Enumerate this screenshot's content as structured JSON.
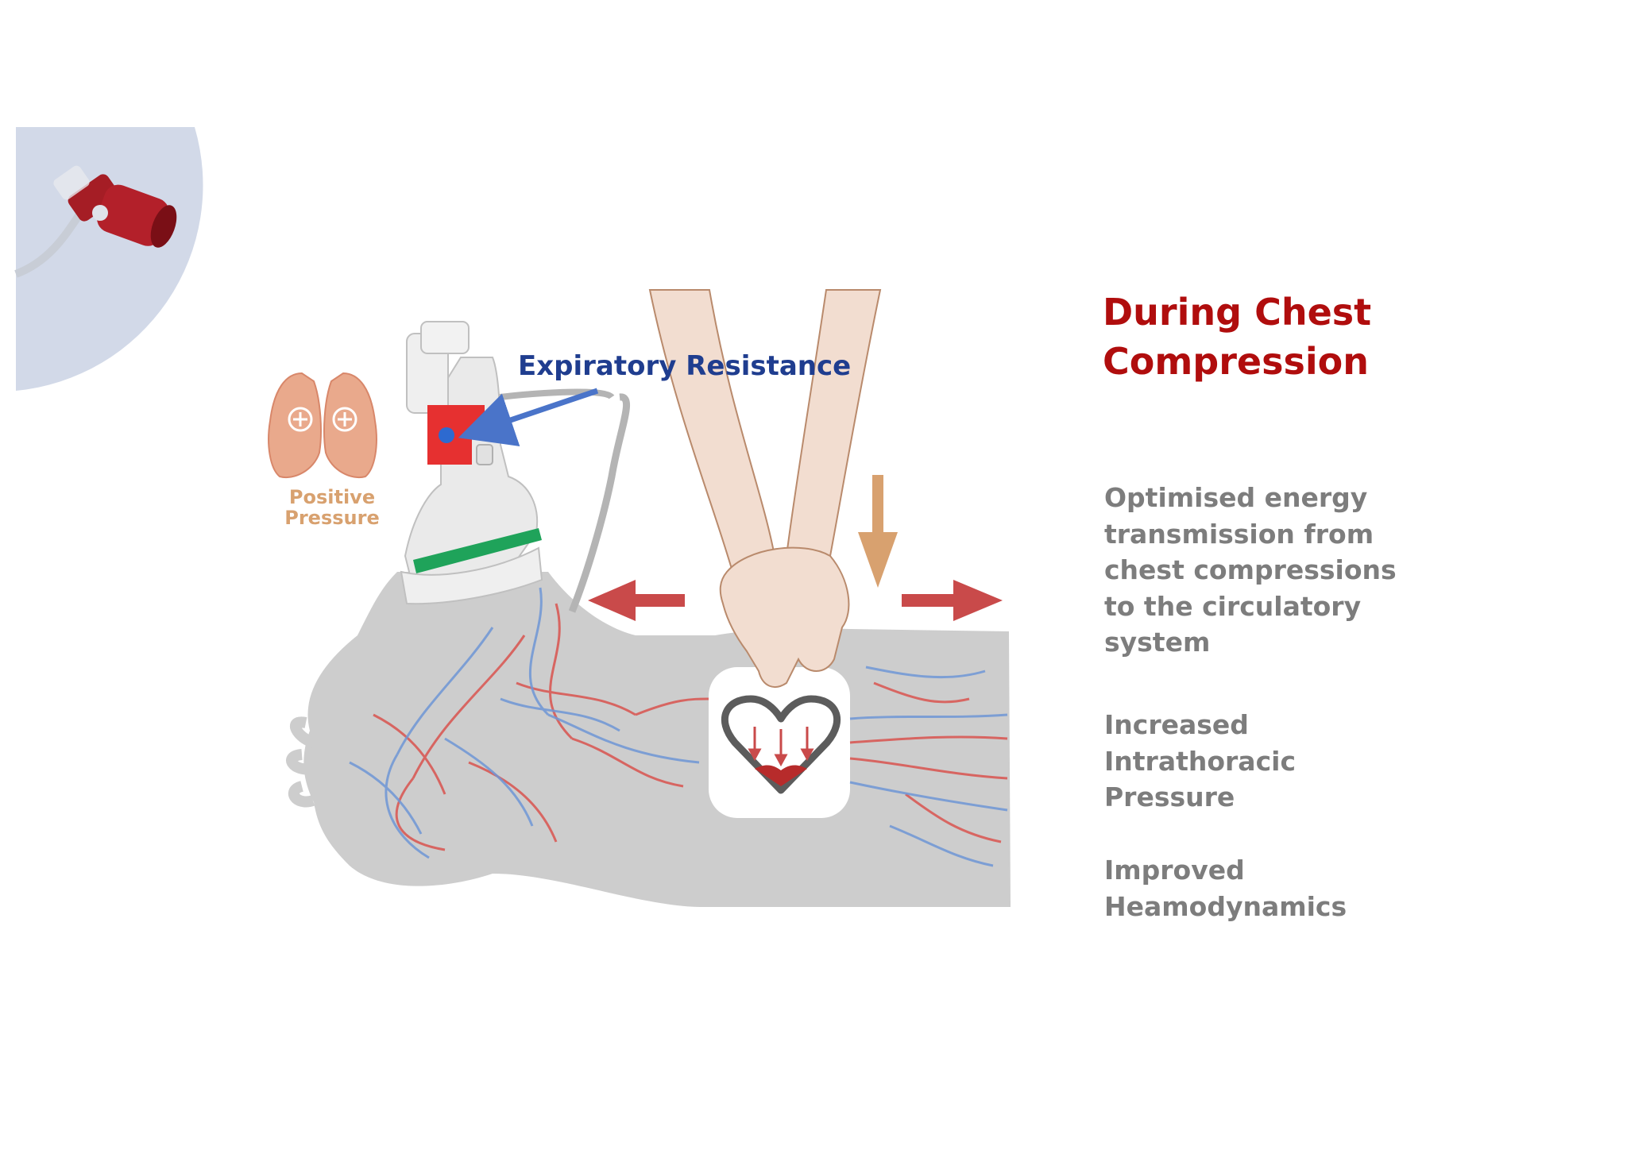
{
  "heading": {
    "line1": "During Chest",
    "line2": "Compression"
  },
  "points": [
    {
      "line1": "Optimised energy",
      "line2": "transmission from",
      "line3": "chest compressions",
      "line4": "to the circulatory",
      "line5": "system"
    },
    {
      "line1": "Increased",
      "line2": "Intrathoracic",
      "line3": "Pressure"
    },
    {
      "line1": "Improved",
      "line2": "Heamodynamics"
    }
  ],
  "labels": {
    "expiratory_resistance": "Expiratory Resistance",
    "positive_line1": "Positive",
    "positive_line2": "Pressure"
  },
  "icons": {
    "valve": "peep-valve-icon",
    "lungs": "lungs-icon",
    "mask": "face-mask-icon",
    "hands": "compressing-hands-icon",
    "heart": "compressed-heart-icon"
  },
  "colors": {
    "heading": "#b00d0d",
    "body_text": "#7d7d7d",
    "label_blue": "#1f3d8f",
    "arrow_red": "#c94a4a",
    "arrow_tan": "#d8a16f",
    "vein_blue": "#6f96d6",
    "artery_red": "#d9534f",
    "body_gray": "#cdcdcd",
    "mask_green": "#1fa35a"
  }
}
